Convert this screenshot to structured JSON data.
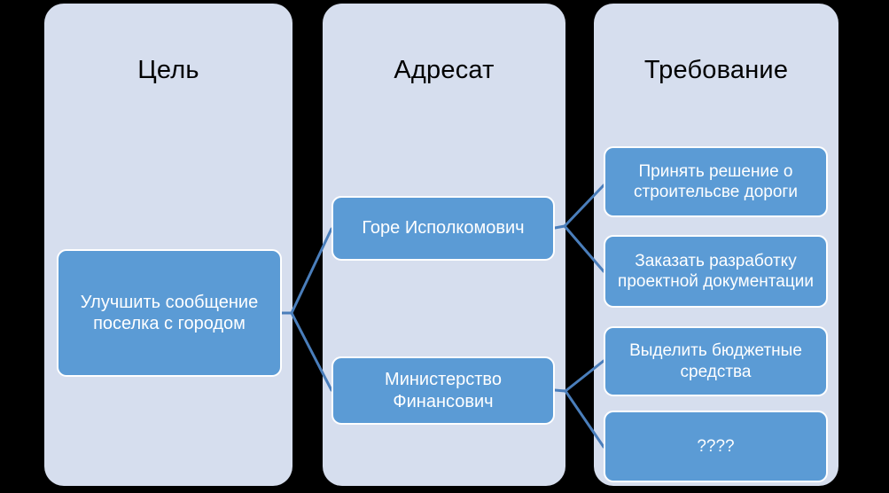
{
  "diagram": {
    "title": "",
    "background_color": "#000000",
    "panel_color": "#D6DEEE",
    "node_color": "#5B9BD5",
    "node_border_color": "#FFFFFF",
    "connector_color": "#4A7EBB",
    "columns": [
      {
        "id": "goal",
        "title": "Цель"
      },
      {
        "id": "addressee",
        "title": "Адресат"
      },
      {
        "id": "demand",
        "title": "Требование"
      }
    ],
    "nodes": {
      "goal": "Улучшить сообщение поселка с городом",
      "addressee_1": "Горе Исполкомович",
      "addressee_2": "Министерство Финансович",
      "demand_1": "Принять решение о строительсве дороги",
      "demand_2": "Заказать разработку проектной документации",
      "demand_3": "Выделить бюджетные средства",
      "demand_4": "????"
    },
    "edges": [
      {
        "from": "goal",
        "to": "addressee_1"
      },
      {
        "from": "goal",
        "to": "addressee_2"
      },
      {
        "from": "addressee_1",
        "to": "demand_1"
      },
      {
        "from": "addressee_1",
        "to": "demand_2"
      },
      {
        "from": "addressee_2",
        "to": "demand_3"
      },
      {
        "from": "addressee_2",
        "to": "demand_4"
      }
    ]
  }
}
